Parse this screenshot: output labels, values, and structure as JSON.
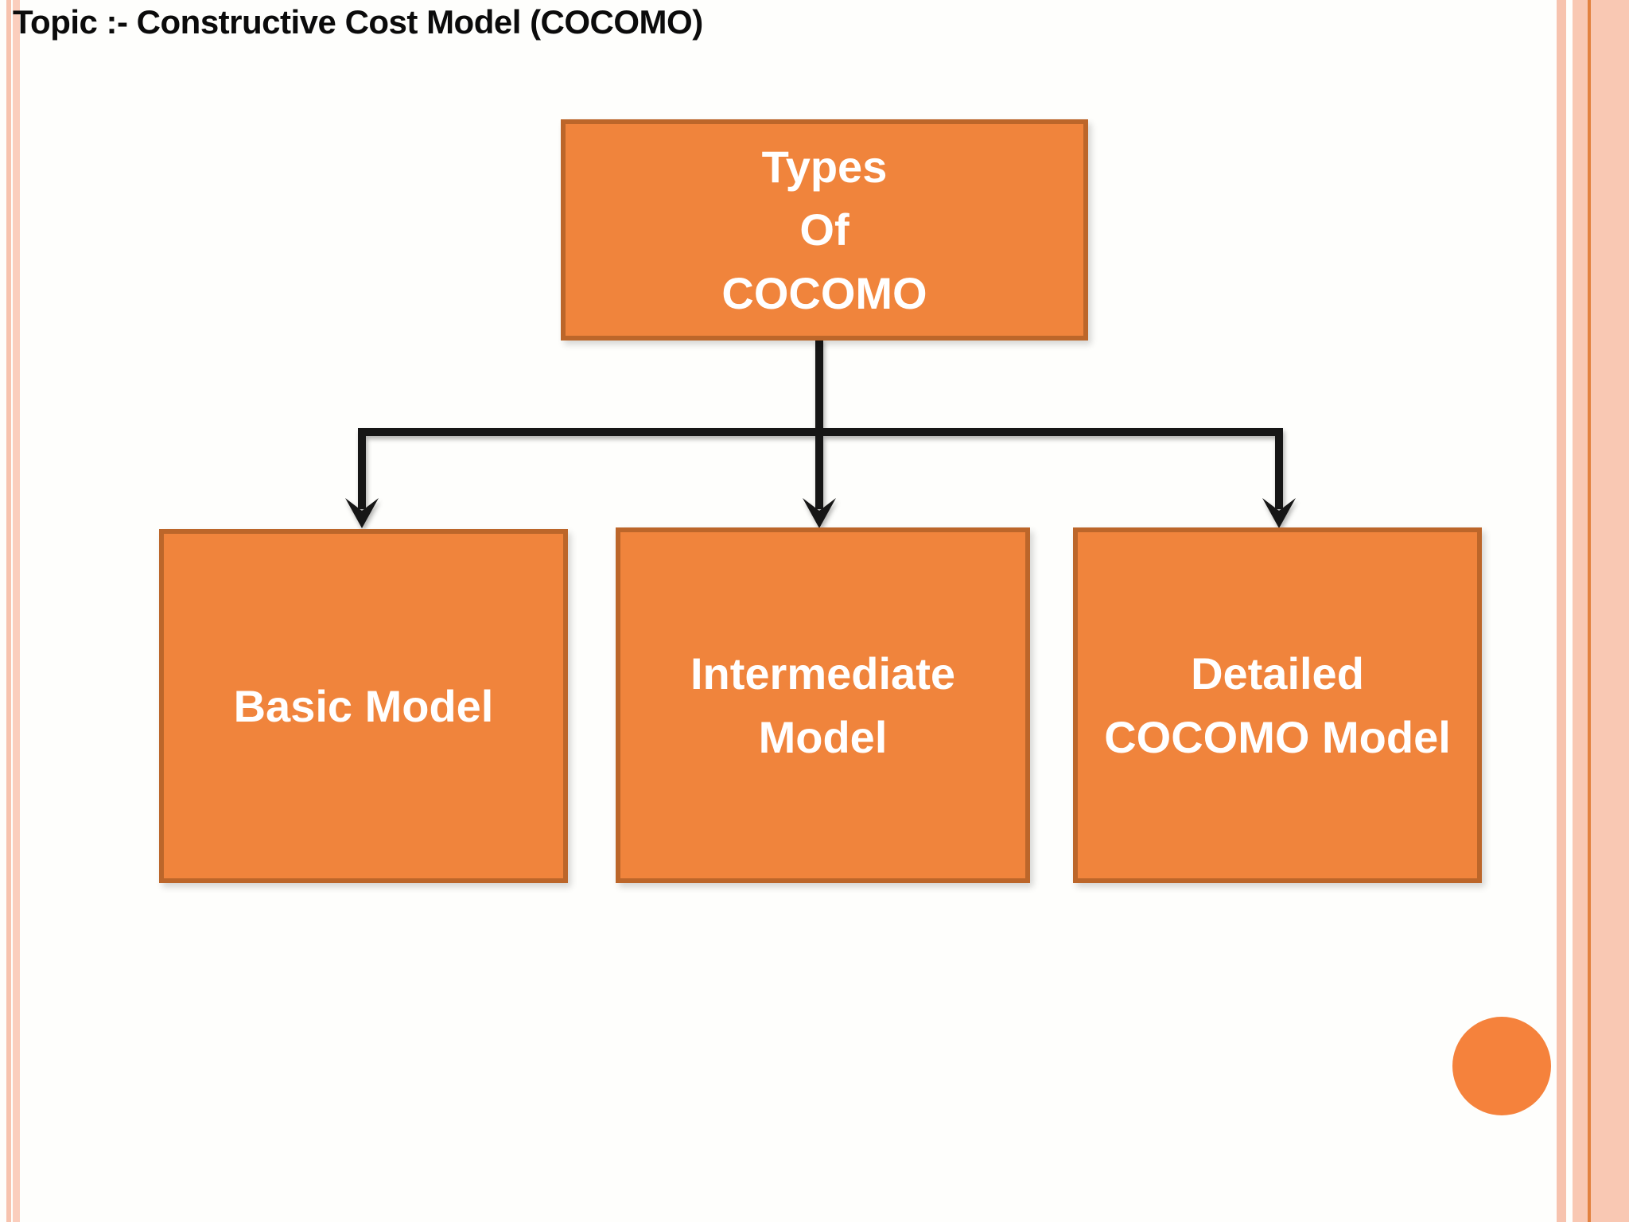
{
  "slide": {
    "title": "Topic :- Constructive Cost Model (COCOMO)"
  },
  "diagram": {
    "root": {
      "lines": [
        "Types",
        "Of",
        "COCOMO"
      ]
    },
    "children": [
      {
        "lines": [
          "Basic Model"
        ]
      },
      {
        "lines": [
          "Intermediate",
          "Model"
        ]
      },
      {
        "lines": [
          "Detailed",
          "COCOMO Model"
        ]
      }
    ]
  },
  "colors": {
    "slide_bg": "#fefefc",
    "box_fill": "#f0843c",
    "box_border": "#bc662a",
    "label_color": "#ffffff",
    "connector": "#161616",
    "title_color": "#0b0b0b",
    "stripe_dark": "#f7c3ae",
    "stripe_light": "#fbcebd",
    "band_pink": "#f9c8b3",
    "accent_line": "#e2813f",
    "circle_fill": "#f5823c"
  }
}
